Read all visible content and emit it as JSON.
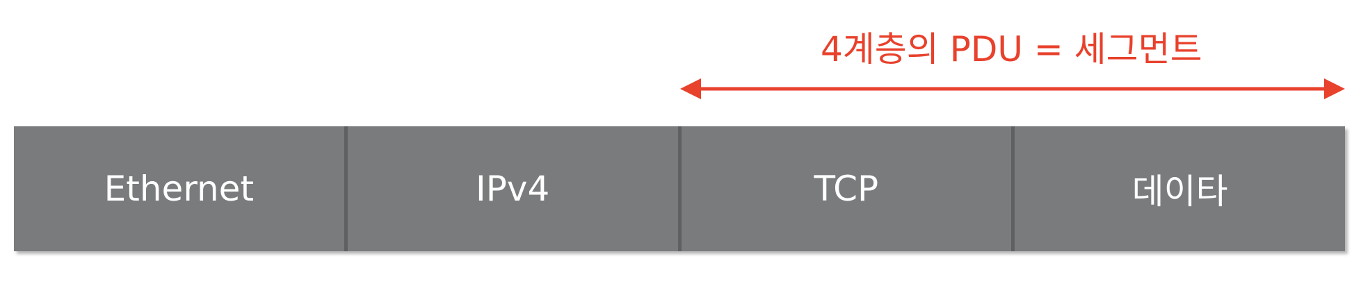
{
  "annotation": {
    "label": "4계층의 PDU = 세그먼트",
    "color": "#e8412c"
  },
  "pdu": {
    "fill_color": "#7a7b7d",
    "text_color": "#ffffff",
    "fields": [
      {
        "label": "Ethernet"
      },
      {
        "label": "IPv4"
      },
      {
        "label": "TCP"
      },
      {
        "label": "데이타"
      }
    ]
  }
}
